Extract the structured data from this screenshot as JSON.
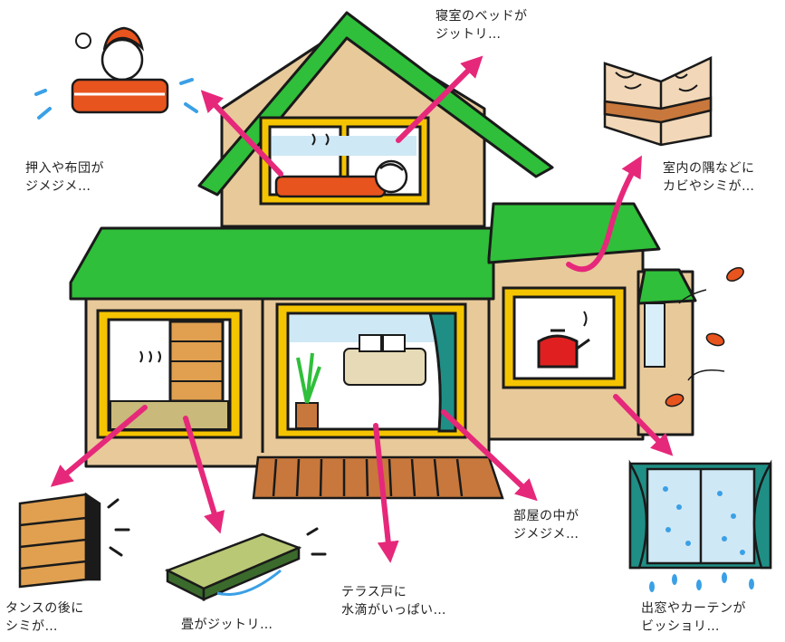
{
  "captions": {
    "oshiire": {
      "line1": "押入や布団が",
      "line2": "ジメジメ…"
    },
    "bed": {
      "line1": "寝室のベッドが",
      "line2": "ジットリ…"
    },
    "corner": {
      "line1": "室内の隅などに",
      "line2": "カビやシミが…"
    },
    "room": {
      "line1": "部屋の中が",
      "line2": "ジメジメ…"
    },
    "tansu": {
      "line1": "タンスの後に",
      "line2": "シミが…"
    },
    "tatami": {
      "line1": "畳がジットリ…"
    },
    "terrace": {
      "line1": "テラス戸に",
      "line2": "水滴がいっぱい…"
    },
    "window": {
      "line1": "出窓やカーテンが",
      "line2": "ビッショリ…"
    }
  },
  "colors": {
    "roof": "#2fbf3a",
    "wall": "#e8c99a",
    "frame": "#f5c400",
    "arrow": "#e6287a",
    "curtain": "#1f8f86",
    "wood": "#c8783c",
    "outline": "#1a1a1a"
  },
  "icons": [
    "house",
    "futon-person",
    "sleeping-person",
    "moldy-corner",
    "kettle",
    "dresser",
    "tatami-mat",
    "wet-window",
    "leaf"
  ]
}
